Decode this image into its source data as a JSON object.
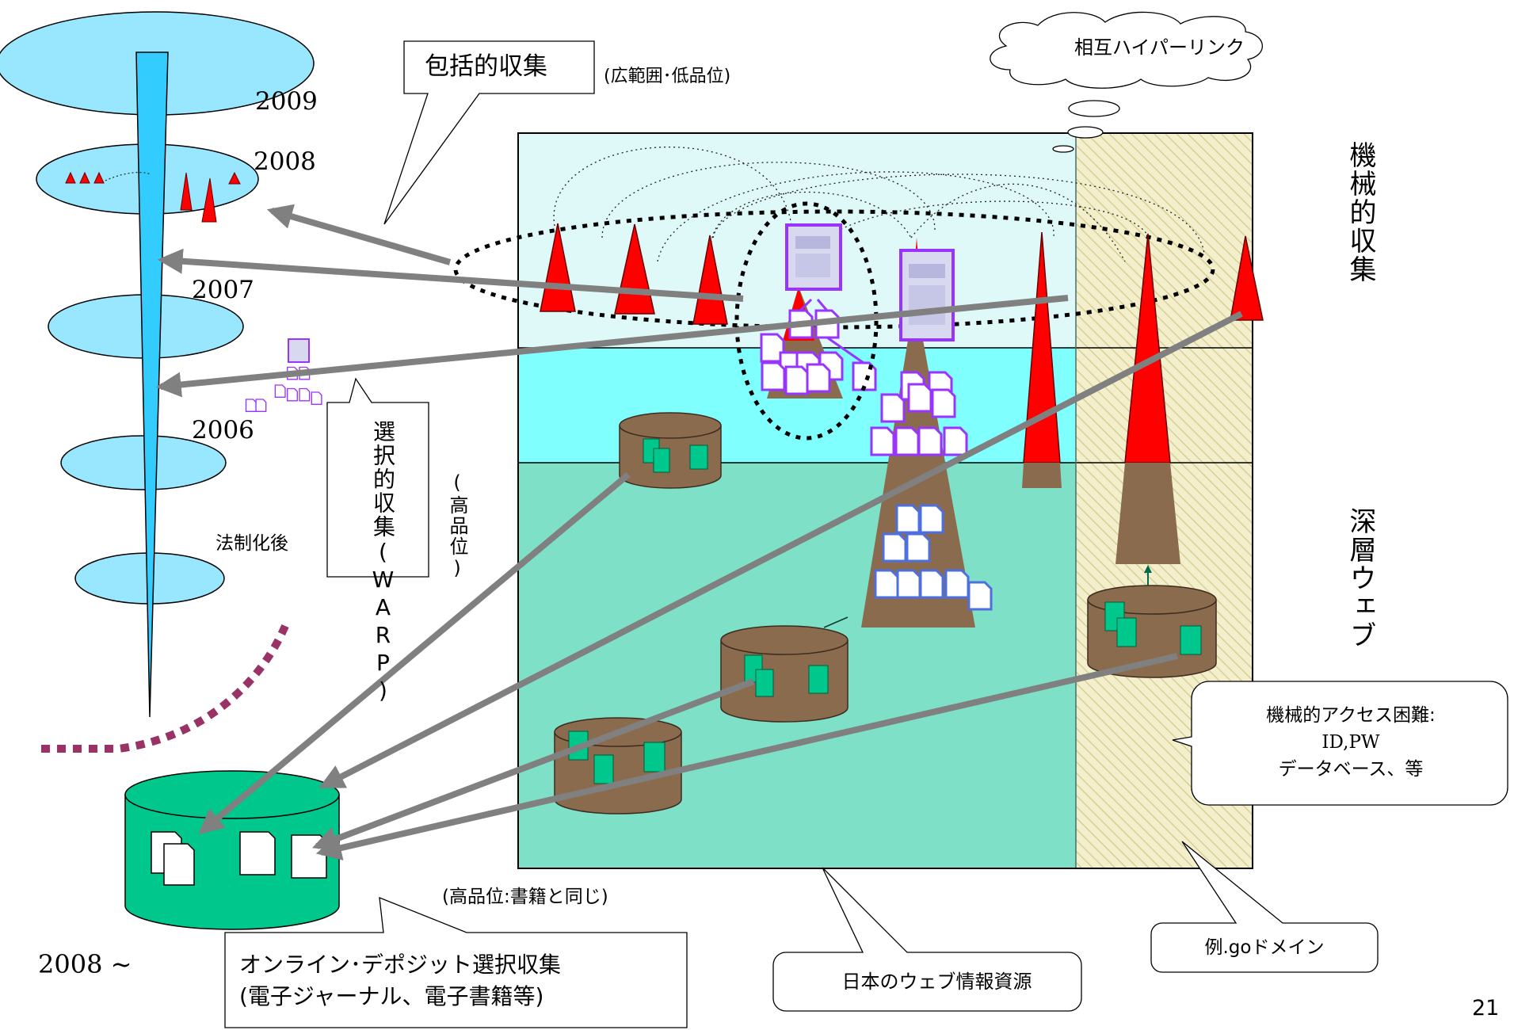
{
  "labels": {
    "comprehensive_box": "包括的収集",
    "comprehensive_note": "(広範囲･低品位)",
    "mutual_link_cloud": "相互ハイパーリンク",
    "machine_collection": "機械的収集",
    "deep_web": "深層ウェブ",
    "selective_box": "選択的収集(WARP)",
    "selective_note": "(高品位)",
    "after_legislation": "法制化後",
    "hard_access_line1": "機械的アクセス困難:",
    "hard_access_line2": "ID,PW",
    "hard_access_line3": "データベース、等",
    "high_quality_book": "(高品位:書籍と同じ)",
    "japan_web_resources": "日本のウェブ情報資源",
    "go_domain": "例.goドメイン",
    "online_deposit_line1": "オンライン･デポジット選択収集",
    "online_deposit_line2": "(電子ジャーナル、電子書籍等)",
    "page_number": "21"
  },
  "years": {
    "y2009": "2009",
    "y2008": "2008",
    "y2007": "2007",
    "y2006": "2006",
    "y2008_onward": "2008 ~"
  },
  "colors": {
    "surface_layer": "#dff8f8",
    "middle_layer": "#80ffff",
    "deep_layer": "#7fe0c8",
    "hatch": "#e6e0b4",
    "red_peak": "#ff0000",
    "brown": "#8b6b4e",
    "db_green": "#00c88c",
    "arrow_gray": "#808080",
    "timeline_blue": "#33ccff",
    "disc_fill": "#99e6ff",
    "purple_page": "#9933ff",
    "blue_page": "#4d6fe0",
    "maroon_dots": "#993366"
  }
}
